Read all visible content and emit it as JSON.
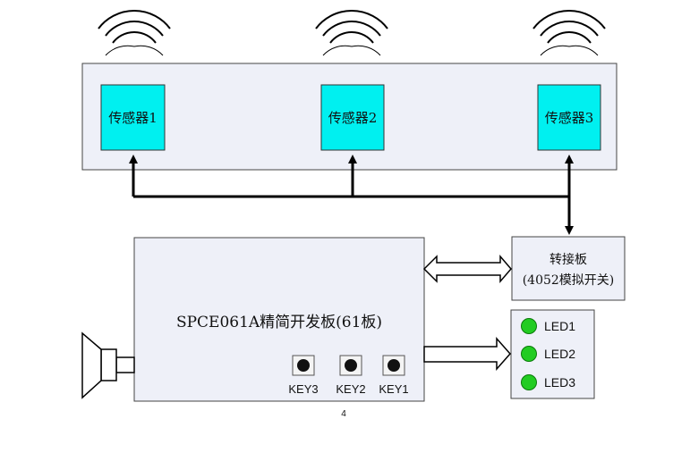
{
  "sensors": [
    {
      "label": "传感器1"
    },
    {
      "label": "传感器2"
    },
    {
      "label": "传感器3"
    }
  ],
  "main_board": {
    "label": "SPCE061A精简开发板(61板)"
  },
  "adapter_board": {
    "line1": "转接板",
    "line2": "(4052模拟开关)"
  },
  "keys": [
    {
      "label": "KEY3"
    },
    {
      "label": "KEY2"
    },
    {
      "label": "KEY1"
    }
  ],
  "leds": [
    {
      "label": "LED1"
    },
    {
      "label": "LED2"
    },
    {
      "label": "LED3"
    }
  ],
  "page_number": "4",
  "colors": {
    "sensor_fill": "#00f0f0",
    "panel_fill": "#eef0f8",
    "led_green": "#22cc22",
    "line": "#000000"
  }
}
